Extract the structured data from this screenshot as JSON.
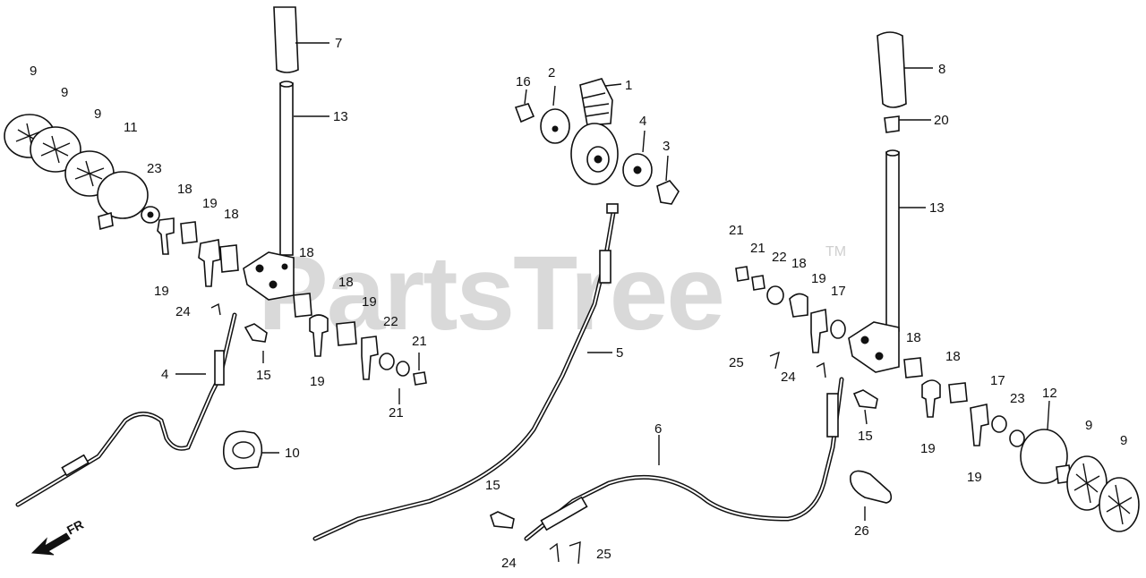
{
  "watermark": {
    "text": "PartsTree",
    "trademark": "TM"
  },
  "direction": {
    "label": "FR"
  },
  "labels": {
    "l1": "1",
    "l2": "2",
    "l3": "3",
    "l4a": "4",
    "l4b": "4",
    "l5": "5",
    "l6": "6",
    "l7": "7",
    "l8": "8",
    "l9a": "9",
    "l9b": "9",
    "l9c": "9",
    "l9d": "9",
    "l9e": "9",
    "l10": "10",
    "l11": "11",
    "l12": "12",
    "l13a": "13",
    "l13b": "13",
    "l15a": "15",
    "l15b": "15",
    "l15c": "15",
    "l16": "16",
    "l17a": "17",
    "l17b": "17",
    "l18a": "18",
    "l18b": "18",
    "l18c": "18",
    "l18d": "18",
    "l18e": "18",
    "l18f": "18",
    "l18g": "18",
    "l19a": "19",
    "l19b": "19",
    "l19c": "19",
    "l19d": "19",
    "l19e": "19",
    "l19f": "19",
    "l19g": "19",
    "l20": "20",
    "l21a": "21",
    "l21b": "21",
    "l21c": "21",
    "l21d": "21",
    "l22a": "22",
    "l22b": "22",
    "l23a": "23",
    "l23b": "23",
    "l24a": "24",
    "l24b": "24",
    "l24c": "24",
    "l25a": "25",
    "l25b": "25",
    "l26": "26"
  }
}
